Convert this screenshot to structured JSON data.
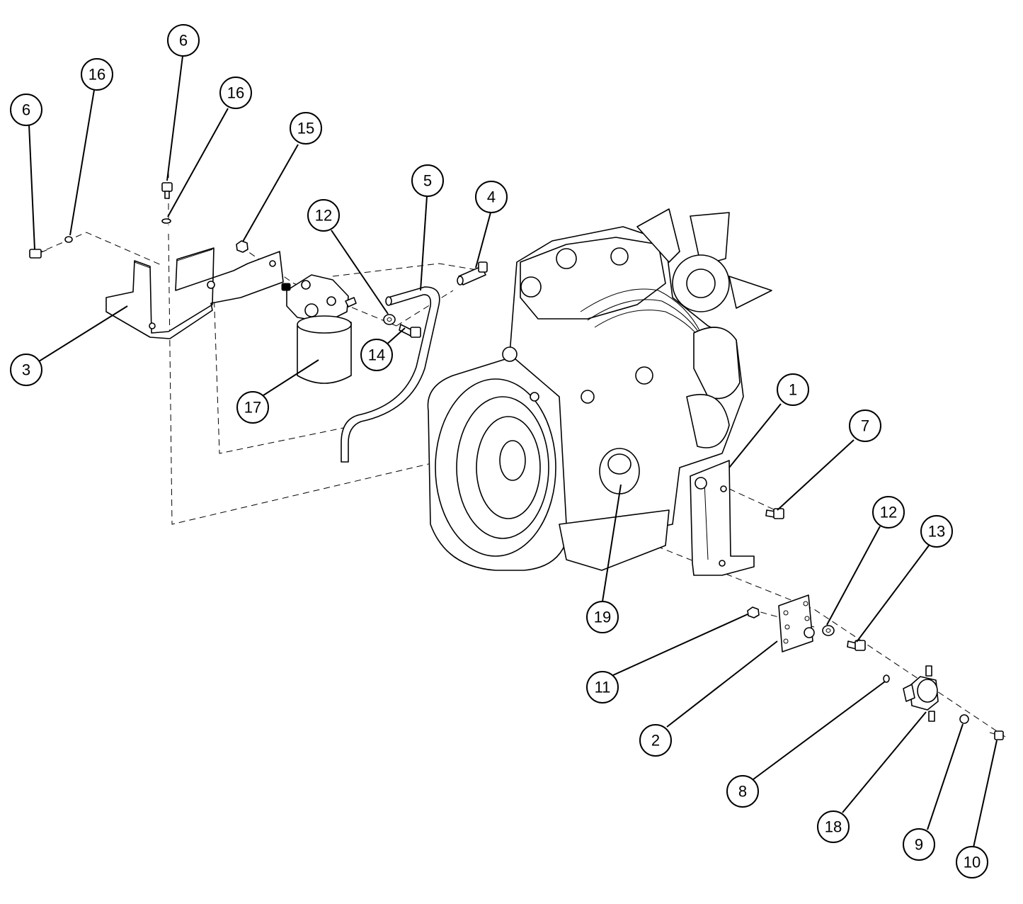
{
  "diagram": {
    "colors": {
      "line": "#000000",
      "background": "#ffffff"
    },
    "callouts": [
      {
        "id": "c6a",
        "label": "6"
      },
      {
        "id": "c16a",
        "label": "16"
      },
      {
        "id": "c6b",
        "label": "6"
      },
      {
        "id": "c16b",
        "label": "16"
      },
      {
        "id": "c15",
        "label": "15"
      },
      {
        "id": "c12a",
        "label": "12"
      },
      {
        "id": "c5",
        "label": "5"
      },
      {
        "id": "c4",
        "label": "4"
      },
      {
        "id": "c3",
        "label": "3"
      },
      {
        "id": "c14",
        "label": "14"
      },
      {
        "id": "c17",
        "label": "17"
      },
      {
        "id": "c1",
        "label": "1"
      },
      {
        "id": "c7",
        "label": "7"
      },
      {
        "id": "c12b",
        "label": "12"
      },
      {
        "id": "c13",
        "label": "13"
      },
      {
        "id": "c19",
        "label": "19"
      },
      {
        "id": "c11",
        "label": "11"
      },
      {
        "id": "c2",
        "label": "2"
      },
      {
        "id": "c8",
        "label": "8"
      },
      {
        "id": "c18",
        "label": "18"
      },
      {
        "id": "c9",
        "label": "9"
      },
      {
        "id": "c10",
        "label": "10"
      }
    ]
  }
}
